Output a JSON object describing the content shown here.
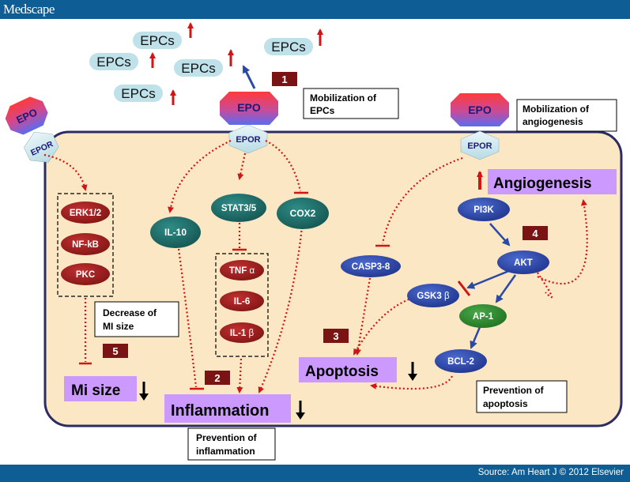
{
  "header": {
    "brand": "Medscape"
  },
  "footer": {
    "source": "Source: Am Heart J © 2012 Elsevier"
  },
  "diagram": {
    "epcs": [
      "EPCs",
      "EPCs",
      "EPCs",
      "EPCs",
      "EPCs"
    ],
    "epo_labels": [
      "EPO",
      "EPO",
      "EPO"
    ],
    "epor_labels": [
      "EPOR",
      "EPOR",
      "EPOR"
    ],
    "step_numbers": [
      "1",
      "2",
      "3",
      "4",
      "5"
    ],
    "callouts": {
      "mobilization_epcs": [
        "Mobilization of",
        "EPCs"
      ],
      "mobilization_angio": [
        "Mobilization of",
        "angiogenesis"
      ],
      "decrease_mi": [
        "Decrease  of",
        "MI size"
      ],
      "prevention_inflammation": [
        "Prevention of",
        "inflammation"
      ],
      "prevention_apoptosis": [
        "Prevention of",
        "apoptosis"
      ]
    },
    "nodes": {
      "erk": "ERK1/2",
      "nfkb": "NF-kB",
      "pkc": "PKC",
      "il10": "IL-10",
      "stat": "STAT3/5",
      "cox2": "COX2",
      "tnf": "TNF",
      "tnf_greek": "α",
      "il6": "IL-6",
      "il1": "IL-1",
      "il1_greek": "β",
      "casp": "CASP3-8",
      "pi3k": "PI3K",
      "akt": "AKT",
      "gsk": "GSK3",
      "gsk_greek": "β",
      "ap1": "AP-1",
      "bcl2": "BCL-2"
    },
    "outcomes": {
      "mi_size": "Mi size",
      "inflammation": "Inflammation",
      "apoptosis": "Apoptosis",
      "angiogenesis": "Angiogenesis"
    },
    "colors": {
      "cell_fill": "#fbe7c3",
      "cell_border": "#2b2c63",
      "dark_red": "#8b1a1a",
      "teal": "#1b6a66",
      "blue": "#2a49a6",
      "green": "#2e8a2e",
      "lavender": "#cc99ff",
      "epcs_fill": "#bfe1ea",
      "dotted_red": "#d11414",
      "arrow_blue": "#2a49a6",
      "badge": "#7a1414",
      "header_blue": "#0e5e95"
    }
  }
}
